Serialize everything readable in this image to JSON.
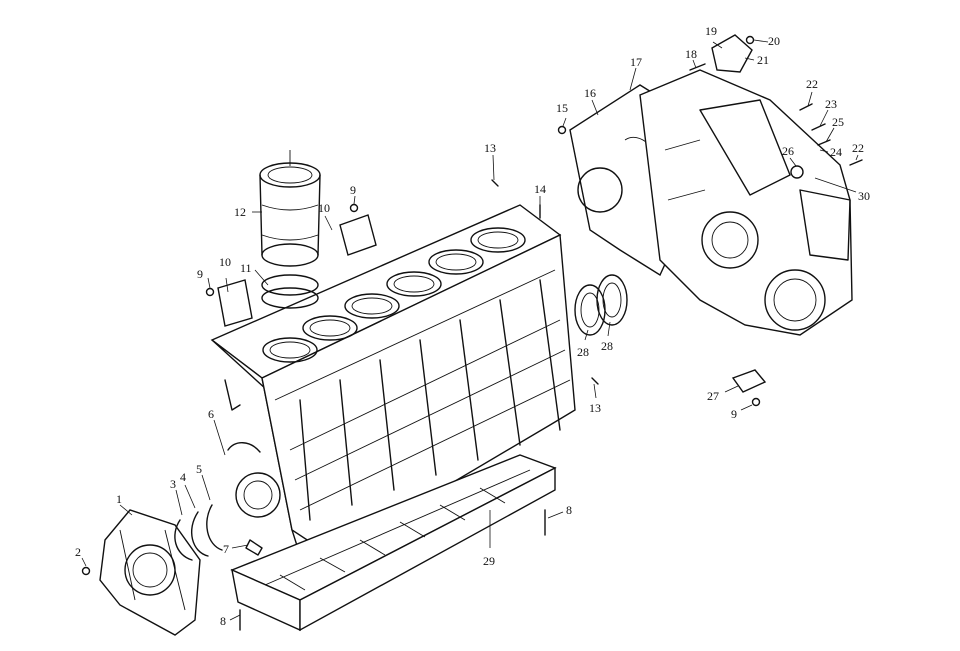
{
  "callouts": {
    "c1": "1",
    "c2": "2",
    "c3": "3",
    "c4": "4",
    "c5": "5",
    "c6": "6",
    "c7": "7",
    "c8a": "8",
    "c8b": "8",
    "c9a": "9",
    "c9b": "9",
    "c9c": "9",
    "c10a": "10",
    "c10b": "10",
    "c11": "11",
    "c12": "12",
    "c13a": "13",
    "c13b": "13",
    "c14": "14",
    "c15": "15",
    "c16": "16",
    "c17": "17",
    "c18": "18",
    "c19": "19",
    "c20": "20",
    "c21": "21",
    "c22a": "22",
    "c22b": "22",
    "c23": "23",
    "c24": "24",
    "c25": "25",
    "c26": "26",
    "c27": "27",
    "c28a": "28",
    "c28b": "28",
    "c29": "29",
    "c30": "30"
  }
}
